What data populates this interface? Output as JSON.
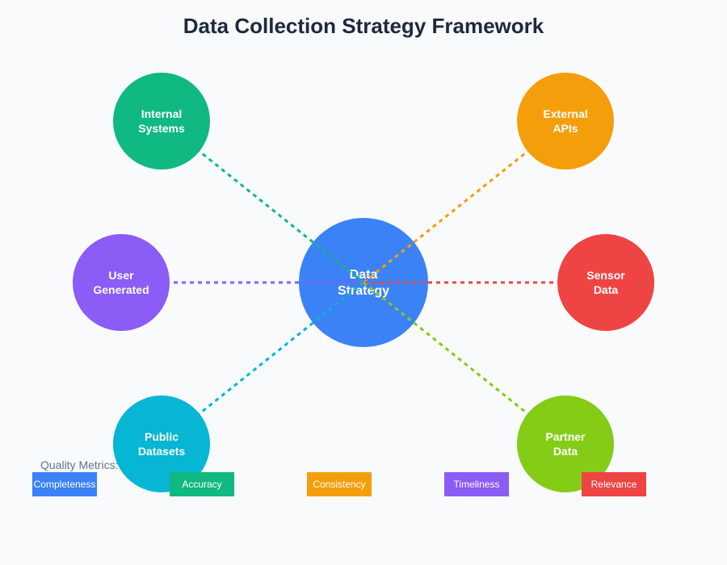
{
  "title": "Data Collection Strategy Framework",
  "center": {
    "line1": "Data",
    "line2": "Strategy",
    "color": "#3b82f6"
  },
  "nodes": [
    {
      "id": "internal-systems",
      "line1": "Internal",
      "line2": "Systems",
      "color": "#10b981"
    },
    {
      "id": "external-apis",
      "line1": "External",
      "line2": "APIs",
      "color": "#f59e0b"
    },
    {
      "id": "user-generated",
      "line1": "User",
      "line2": "Generated",
      "color": "#8b5cf6"
    },
    {
      "id": "sensor-data",
      "line1": "Sensor",
      "line2": "Data",
      "color": "#ef4444"
    },
    {
      "id": "public-datasets",
      "line1": "Public",
      "line2": "Datasets",
      "color": "#06b6d4"
    },
    {
      "id": "partner-data",
      "line1": "Partner",
      "line2": "Data",
      "color": "#84cc16"
    }
  ],
  "legend": {
    "label": "Quality Metrics:",
    "items": [
      {
        "label": "Completeness",
        "color": "#3b82f6"
      },
      {
        "label": "Accuracy",
        "color": "#10b981"
      },
      {
        "label": "Consistency",
        "color": "#f59e0b"
      },
      {
        "label": "Timeliness",
        "color": "#8b5cf6"
      },
      {
        "label": "Relevance",
        "color": "#ef4444"
      }
    ]
  }
}
